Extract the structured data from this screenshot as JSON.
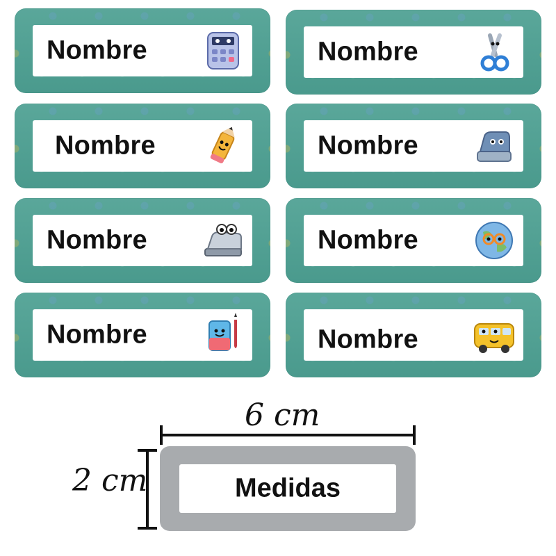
{
  "labels": [
    {
      "text": "Nombre",
      "icon": "calculator-icon"
    },
    {
      "text": "Nombre",
      "icon": "scissors-icon"
    },
    {
      "text": "Nombre",
      "icon": "pencil-icon"
    },
    {
      "text": "Nombre",
      "icon": "hole-punch-icon"
    },
    {
      "text": "Nombre",
      "icon": "stapler-icon"
    },
    {
      "text": "Nombre",
      "icon": "globe-icon"
    },
    {
      "text": "Nombre",
      "icon": "eraser-icon"
    },
    {
      "text": "Nombre",
      "icon": "school-bus-icon"
    }
  ],
  "measure": {
    "width_label": "6 cm",
    "height_label": "2 cm",
    "sample_text": "Medidas"
  },
  "colors": {
    "label_background": "#4f9f92",
    "sample_border": "#a8abae"
  }
}
